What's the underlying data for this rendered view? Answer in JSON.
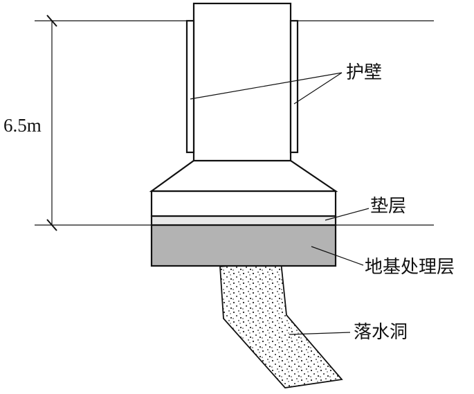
{
  "labels": {
    "dimension": "6.5m",
    "retaining_wall": "护壁",
    "cushion": "垫层",
    "foundation_treatment": "地基处理层",
    "sinkhole": "落水洞"
  },
  "colors": {
    "line": "#111111",
    "foundation_fill": "#b3b3b3",
    "cushion_fill": "#e8e8e8",
    "sinkhole_dots": "#222222",
    "background": "#ffffff"
  }
}
